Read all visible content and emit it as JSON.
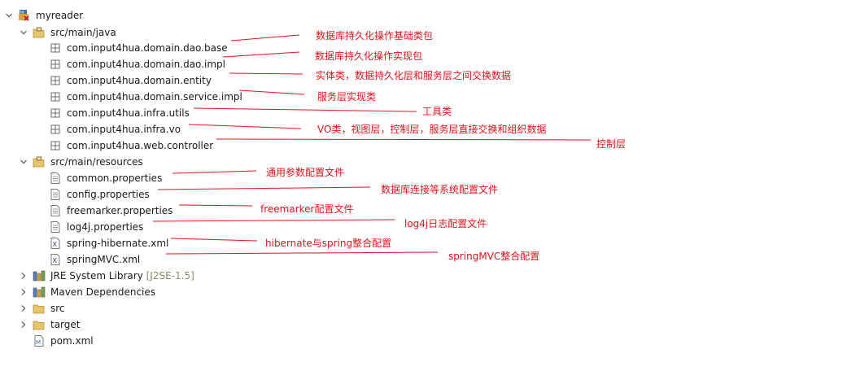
{
  "colors": {
    "annotation": "#e0141d",
    "decoration": "#8a8a6a",
    "text": "#1a1a1a",
    "background": "#ffffff"
  },
  "tree": {
    "project": {
      "label": "myreader",
      "icon": "maven-project-icon",
      "expanded": true
    },
    "items": [
      {
        "name": "tree-item-src-main-java",
        "label": "src/main/java",
        "icon": "source-folder-icon",
        "twisty": "expanded"
      },
      {
        "name": "tree-item-dao-base",
        "label": "com.input4hua.domain.dao.base",
        "icon": "package-icon",
        "twisty": ""
      },
      {
        "name": "tree-item-dao-impl",
        "label": "com.input4hua.domain.dao.impl",
        "icon": "package-icon",
        "twisty": ""
      },
      {
        "name": "tree-item-entity",
        "label": "com.input4hua.domain.entity",
        "icon": "package-icon",
        "twisty": ""
      },
      {
        "name": "tree-item-service-impl",
        "label": "com.input4hua.domain.service.impl",
        "icon": "package-icon",
        "twisty": ""
      },
      {
        "name": "tree-item-infra-utils",
        "label": "com.input4hua.infra.utils",
        "icon": "package-icon",
        "twisty": ""
      },
      {
        "name": "tree-item-infra-vo",
        "label": "com.input4hua.infra.vo",
        "icon": "package-icon",
        "twisty": ""
      },
      {
        "name": "tree-item-web-controller",
        "label": "com.input4hua.web.controller",
        "icon": "package-icon",
        "twisty": ""
      },
      {
        "name": "tree-item-src-main-resources",
        "label": "src/main/resources",
        "icon": "source-folder-icon",
        "twisty": "expanded"
      },
      {
        "name": "tree-item-common-properties",
        "label": "common.properties",
        "icon": "text-file-icon",
        "twisty": ""
      },
      {
        "name": "tree-item-config-properties",
        "label": "config.properties",
        "icon": "text-file-icon",
        "twisty": ""
      },
      {
        "name": "tree-item-freemarker-properties",
        "label": "freemarker.properties",
        "icon": "text-file-icon",
        "twisty": ""
      },
      {
        "name": "tree-item-log4j-properties",
        "label": "log4j.properties",
        "icon": "text-file-icon",
        "twisty": ""
      },
      {
        "name": "tree-item-spring-hibernate-xml",
        "label": "spring-hibernate.xml",
        "icon": "xml-file-icon",
        "twisty": ""
      },
      {
        "name": "tree-item-springmvc-xml",
        "label": "springMVC.xml",
        "icon": "xml-file-icon",
        "twisty": ""
      },
      {
        "name": "tree-item-jre-library",
        "label": "JRE System Library",
        "decoration": "[J2SE-1.5]",
        "icon": "library-icon",
        "twisty": "collapsed"
      },
      {
        "name": "tree-item-maven-dependencies",
        "label": "Maven Dependencies",
        "icon": "library-icon",
        "twisty": "collapsed"
      },
      {
        "name": "tree-item-src",
        "label": "src",
        "icon": "folder-icon",
        "twisty": "collapsed"
      },
      {
        "name": "tree-item-target",
        "label": "target",
        "icon": "folder-icon",
        "twisty": "collapsed"
      },
      {
        "name": "tree-item-pom-xml",
        "label": "pom.xml",
        "icon": "maven-pom-icon",
        "twisty": ""
      }
    ]
  },
  "annotations": [
    {
      "text": "数据库持久化操作基础类包"
    },
    {
      "text": "数据库持久化操作实现包"
    },
    {
      "text": "实体类，数据持久化层和服务层之间交换数据"
    },
    {
      "text": "服务层实现类"
    },
    {
      "text": "工具类"
    },
    {
      "text": "VO类，视图层，控制层，服务层直接交换和组织数据"
    },
    {
      "text": "控制层"
    },
    {
      "text": "通用参数配置文件"
    },
    {
      "text": "数据库连接等系统配置文件"
    },
    {
      "text": "freemarker配置文件"
    },
    {
      "text": "log4j日志配置文件"
    },
    {
      "text": "hibernate与spring整合配置"
    },
    {
      "text": "springMVC整合配置"
    }
  ]
}
